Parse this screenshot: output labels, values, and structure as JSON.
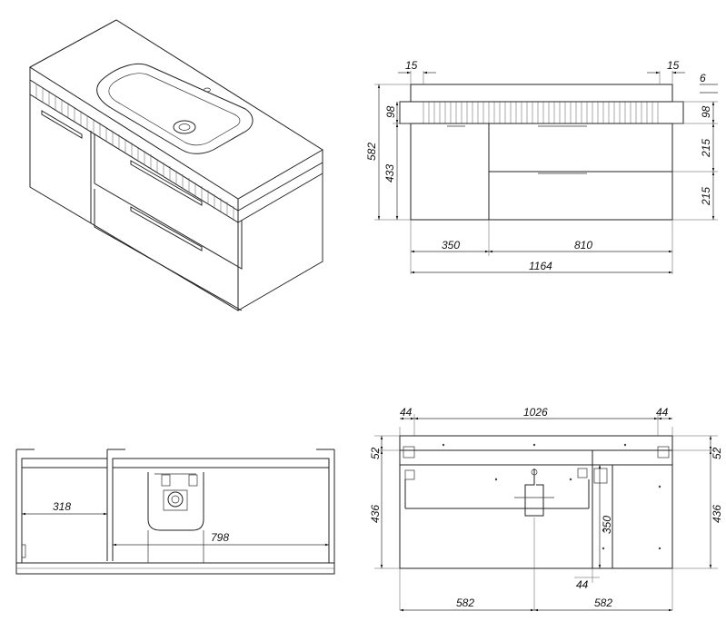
{
  "views": {
    "isometric": {},
    "front": {
      "dimensions": {
        "side_gap_left": "15",
        "side_gap_right": "15",
        "top_offset": "6",
        "panel_left": "98",
        "panel_right": "98",
        "total_height": "582",
        "body_height": "433",
        "drawer_top": "215",
        "drawer_bottom": "215",
        "left_section": "350",
        "right_section": "810",
        "total_width": "1164"
      }
    },
    "section": {
      "dimensions": {
        "inner_left": "318",
        "inner_width": "798"
      }
    },
    "rear": {
      "dimensions": {
        "edge_left": "44",
        "span": "1026",
        "edge_right": "44",
        "top_left": "52",
        "top_right": "52",
        "height_left": "436",
        "height_right": "436",
        "mid_height": "350",
        "bottom_small": "44",
        "half_left": "582",
        "half_right": "582"
      }
    }
  }
}
